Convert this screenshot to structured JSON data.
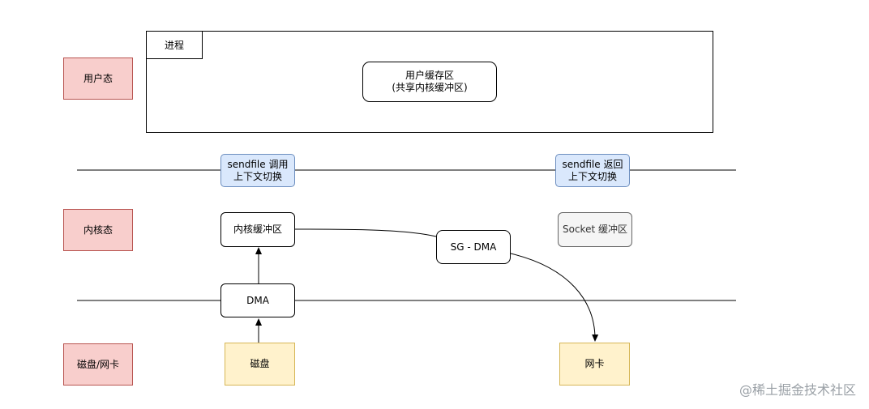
{
  "layers": {
    "user": "用户态",
    "kernel": "内核态",
    "device": "磁盘/网卡"
  },
  "process": {
    "label": "进程",
    "user_buffer": "用户缓存区\n(共享内核缓冲区)"
  },
  "notes": {
    "sendfile_call": "sendfile 调用\n上下文切换",
    "sendfile_return": "sendfile 返回\n上下文切换"
  },
  "kernel": {
    "kernel_buffer": "内核缓冲区",
    "socket_buffer": "Socket 缓冲区",
    "sg_dma": "SG - DMA"
  },
  "dma": "DMA",
  "devices": {
    "disk": "磁盘",
    "nic": "网卡"
  },
  "watermark": "@稀土掘金技术社区",
  "colors": {
    "layer_fill": "#f8cecc",
    "layer_border": "#b85450",
    "note_fill": "#dae8fc",
    "note_border": "#6c8ebf",
    "device_fill": "#fff2cc",
    "device_border": "#d6b656",
    "socket_fill": "#f5f5f5"
  }
}
